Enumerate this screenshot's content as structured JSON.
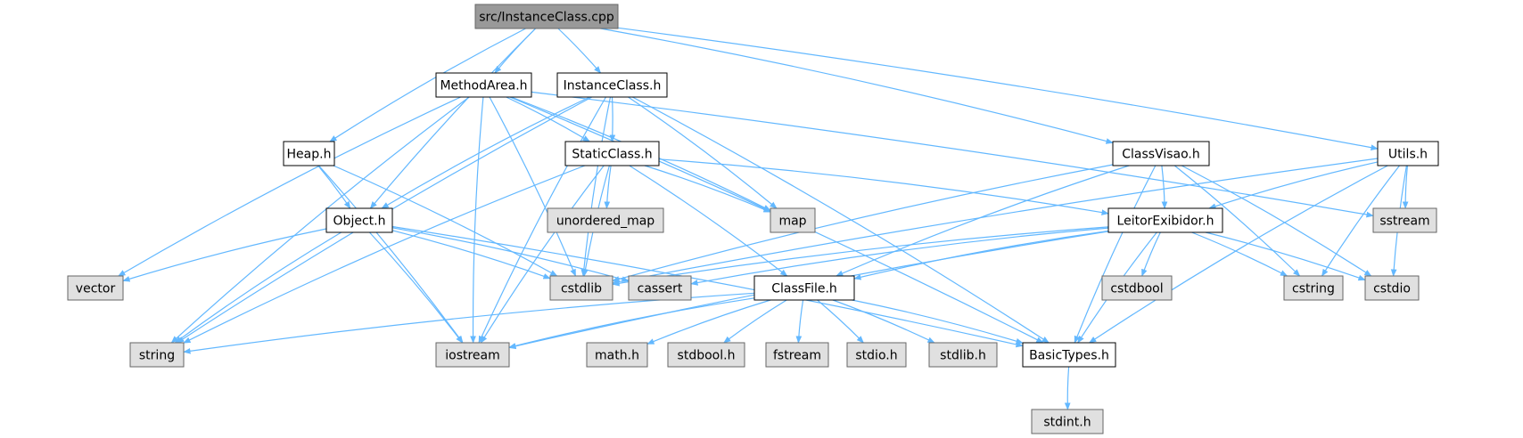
{
  "colors": {
    "root_fill": "#999999",
    "local_fill": "#ffffff",
    "system_fill": "#e0e0e0",
    "node_border": "#666666",
    "local_border": "#000000",
    "edge": "#63b8ff"
  },
  "nodes": [
    {
      "id": "root",
      "label": "src/InstanceClass.cpp",
      "kind": "root"
    },
    {
      "id": "methodarea",
      "label": "MethodArea.h",
      "kind": "local"
    },
    {
      "id": "instanceclass",
      "label": "InstanceClass.h",
      "kind": "local"
    },
    {
      "id": "heap",
      "label": "Heap.h",
      "kind": "local"
    },
    {
      "id": "staticclass",
      "label": "StaticClass.h",
      "kind": "local"
    },
    {
      "id": "classvisao",
      "label": "ClassVisao.h",
      "kind": "local"
    },
    {
      "id": "utils",
      "label": "Utils.h",
      "kind": "local"
    },
    {
      "id": "object",
      "label": "Object.h",
      "kind": "local"
    },
    {
      "id": "unordered_map",
      "label": "unordered_map",
      "kind": "system"
    },
    {
      "id": "map",
      "label": "map",
      "kind": "system"
    },
    {
      "id": "leitor",
      "label": "LeitorExibidor.h",
      "kind": "local"
    },
    {
      "id": "sstream",
      "label": "sstream",
      "kind": "system"
    },
    {
      "id": "vector",
      "label": "vector",
      "kind": "system"
    },
    {
      "id": "cstdlib",
      "label": "cstdlib",
      "kind": "system"
    },
    {
      "id": "cassert",
      "label": "cassert",
      "kind": "system"
    },
    {
      "id": "classfile",
      "label": "ClassFile.h",
      "kind": "local"
    },
    {
      "id": "cstdbool",
      "label": "cstdbool",
      "kind": "system"
    },
    {
      "id": "cstring",
      "label": "cstring",
      "kind": "system"
    },
    {
      "id": "cstdio",
      "label": "cstdio",
      "kind": "system"
    },
    {
      "id": "string",
      "label": "string",
      "kind": "system"
    },
    {
      "id": "iostream",
      "label": "iostream",
      "kind": "system"
    },
    {
      "id": "mathh",
      "label": "math.h",
      "kind": "system"
    },
    {
      "id": "stdboolh",
      "label": "stdbool.h",
      "kind": "system"
    },
    {
      "id": "fstream",
      "label": "fstream",
      "kind": "system"
    },
    {
      "id": "stdioh",
      "label": "stdio.h",
      "kind": "system"
    },
    {
      "id": "stdlibh",
      "label": "stdlib.h",
      "kind": "system"
    },
    {
      "id": "basictypes",
      "label": "BasicTypes.h",
      "kind": "local"
    },
    {
      "id": "stdinth",
      "label": "stdint.h",
      "kind": "system"
    }
  ],
  "edges": [
    [
      "root",
      "methodarea"
    ],
    [
      "root",
      "instanceclass"
    ],
    [
      "root",
      "heap"
    ],
    [
      "root",
      "object"
    ],
    [
      "root",
      "classvisao"
    ],
    [
      "root",
      "utils"
    ],
    [
      "methodarea",
      "staticclass"
    ],
    [
      "methodarea",
      "map"
    ],
    [
      "methodarea",
      "vector"
    ],
    [
      "methodarea",
      "string"
    ],
    [
      "methodarea",
      "iostream"
    ],
    [
      "methodarea",
      "cstdlib"
    ],
    [
      "methodarea",
      "sstream"
    ],
    [
      "methodarea",
      "basictypes"
    ],
    [
      "instanceclass",
      "staticclass"
    ],
    [
      "instanceclass",
      "object"
    ],
    [
      "instanceclass",
      "map"
    ],
    [
      "instanceclass",
      "string"
    ],
    [
      "instanceclass",
      "iostream"
    ],
    [
      "instanceclass",
      "cstdlib"
    ],
    [
      "instanceclass",
      "basictypes"
    ],
    [
      "heap",
      "object"
    ],
    [
      "heap",
      "iostream"
    ],
    [
      "heap",
      "cstdlib"
    ],
    [
      "staticclass",
      "unordered_map"
    ],
    [
      "staticclass",
      "map"
    ],
    [
      "staticclass",
      "leitor"
    ],
    [
      "staticclass",
      "classfile"
    ],
    [
      "staticclass",
      "string"
    ],
    [
      "staticclass",
      "iostream"
    ],
    [
      "staticclass",
      "cstdlib"
    ],
    [
      "object",
      "vector"
    ],
    [
      "object",
      "string"
    ],
    [
      "object",
      "iostream"
    ],
    [
      "object",
      "cstdlib"
    ],
    [
      "object",
      "cassert"
    ],
    [
      "object",
      "basictypes"
    ],
    [
      "classvisao",
      "leitor"
    ],
    [
      "classvisao",
      "classfile"
    ],
    [
      "classvisao",
      "cstdlib"
    ],
    [
      "classvisao",
      "cstring"
    ],
    [
      "classvisao",
      "cstdio"
    ],
    [
      "classvisao",
      "basictypes"
    ],
    [
      "utils",
      "leitor"
    ],
    [
      "utils",
      "sstream"
    ],
    [
      "utils",
      "cstring"
    ],
    [
      "utils",
      "cstdio"
    ],
    [
      "utils",
      "cstdlib"
    ],
    [
      "utils",
      "basictypes"
    ],
    [
      "leitor",
      "classfile"
    ],
    [
      "leitor",
      "cstdbool"
    ],
    [
      "leitor",
      "cstring"
    ],
    [
      "leitor",
      "cstdio"
    ],
    [
      "leitor",
      "cstdlib"
    ],
    [
      "leitor",
      "cassert"
    ],
    [
      "leitor",
      "basictypes"
    ],
    [
      "leitor",
      "iostream"
    ],
    [
      "classfile",
      "string"
    ],
    [
      "classfile",
      "iostream"
    ],
    [
      "classfile",
      "mathh"
    ],
    [
      "classfile",
      "stdboolh"
    ],
    [
      "classfile",
      "fstream"
    ],
    [
      "classfile",
      "stdioh"
    ],
    [
      "classfile",
      "stdlibh"
    ],
    [
      "classfile",
      "basictypes"
    ],
    [
      "basictypes",
      "stdinth"
    ]
  ]
}
